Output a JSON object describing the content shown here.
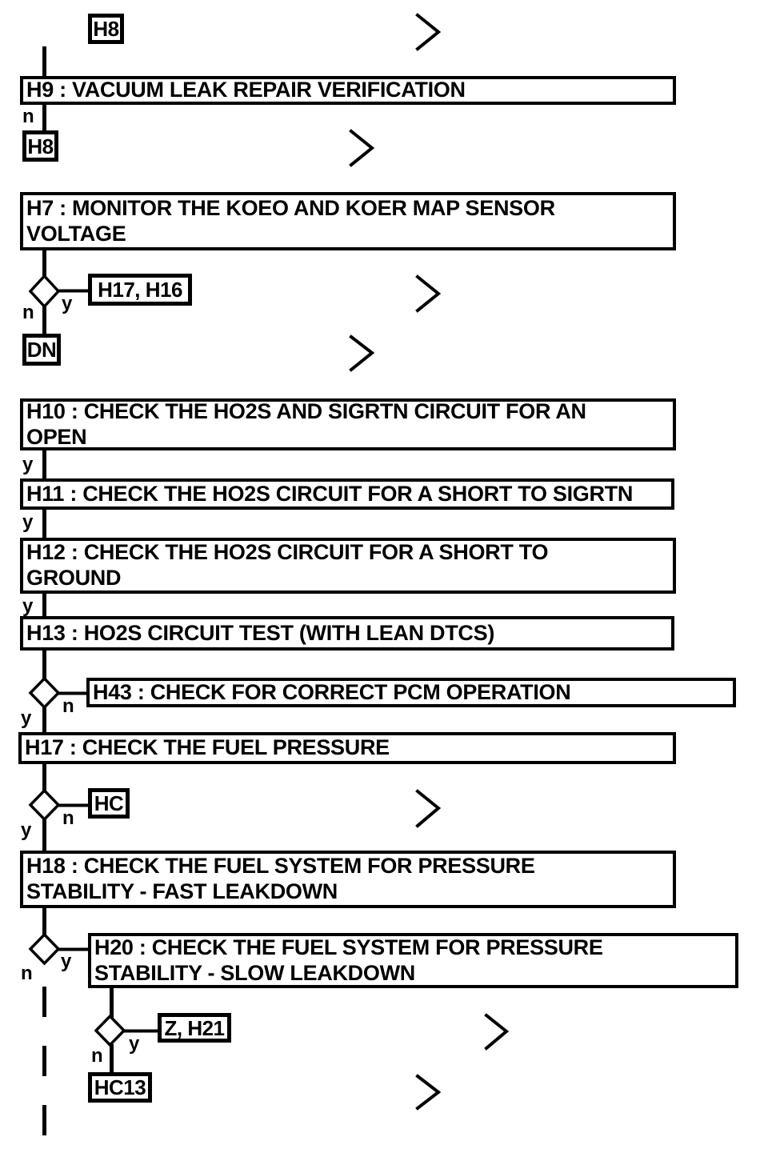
{
  "diagram": {
    "kind": "pinpoint-test-flowchart",
    "yes_label": "y",
    "no_label": "n",
    "colors": {
      "ink": "#000000",
      "background": "#ffffff"
    },
    "nodes": {
      "h8_top": {
        "label": "H8",
        "type": "reference"
      },
      "h9": {
        "label": "H9 : VACUUM LEAK REPAIR VERIFICATION",
        "type": "step"
      },
      "h8_return": {
        "label": "H8",
        "type": "reference"
      },
      "h7": {
        "label": "H7 : MONITOR THE KOEO AND KOER MAP SENSOR\nVOLTAGE",
        "type": "step"
      },
      "h17_h16": {
        "label": "H17, H16",
        "type": "reference"
      },
      "dn": {
        "label": "DN",
        "type": "reference"
      },
      "h10": {
        "label": "H10 : CHECK THE HO2S AND SIGRTN CIRCUIT FOR AN\nOPEN",
        "type": "step"
      },
      "h11": {
        "label": "H11 : CHECK THE HO2S CIRCUIT FOR A SHORT TO SIGRTN",
        "type": "step"
      },
      "h12": {
        "label": "H12 : CHECK THE HO2S CIRCUIT FOR A SHORT TO\nGROUND",
        "type": "step"
      },
      "h13": {
        "label": "H13 : HO2S CIRCUIT TEST (WITH LEAN DTCS)",
        "type": "step"
      },
      "h43": {
        "label": "H43 : CHECK FOR CORRECT PCM OPERATION",
        "type": "step"
      },
      "h17": {
        "label": "H17 : CHECK THE FUEL PRESSURE",
        "type": "step"
      },
      "hc": {
        "label": "HC",
        "type": "reference"
      },
      "h18": {
        "label": "H18 : CHECK THE FUEL SYSTEM FOR PRESSURE\nSTABILITY - FAST LEAKDOWN",
        "type": "step"
      },
      "h20": {
        "label": "H20 : CHECK THE FUEL SYSTEM FOR PRESSURE\nSTABILITY - SLOW LEAKDOWN",
        "type": "step"
      },
      "z_h21": {
        "label": "Z, H21",
        "type": "reference"
      },
      "hc13": {
        "label": "HC13",
        "type": "reference"
      }
    },
    "edges": [
      {
        "from": "h9",
        "branch": "n",
        "to": "h8_return"
      },
      {
        "from": "h7",
        "branch": "y",
        "to": "h17_h16"
      },
      {
        "from": "h7",
        "branch": "n",
        "to": "dn"
      },
      {
        "from": "h10",
        "branch": "y",
        "to": "h11"
      },
      {
        "from": "h11",
        "branch": "y",
        "to": "h12"
      },
      {
        "from": "h12",
        "branch": "y",
        "to": "h13"
      },
      {
        "from": "h13",
        "branch": "n",
        "to": "h43"
      },
      {
        "from": "h13",
        "branch": "y",
        "to": "h17"
      },
      {
        "from": "h17",
        "branch": "n",
        "to": "hc"
      },
      {
        "from": "h17",
        "branch": "y",
        "to": "h18"
      },
      {
        "from": "h18",
        "branch": "y",
        "to": "h20"
      },
      {
        "from": "h18",
        "branch": "n",
        "to": "continued-below"
      },
      {
        "from": "h20",
        "branch": "y",
        "to": "z_h21"
      },
      {
        "from": "h20",
        "branch": "n",
        "to": "hc13"
      }
    ]
  }
}
